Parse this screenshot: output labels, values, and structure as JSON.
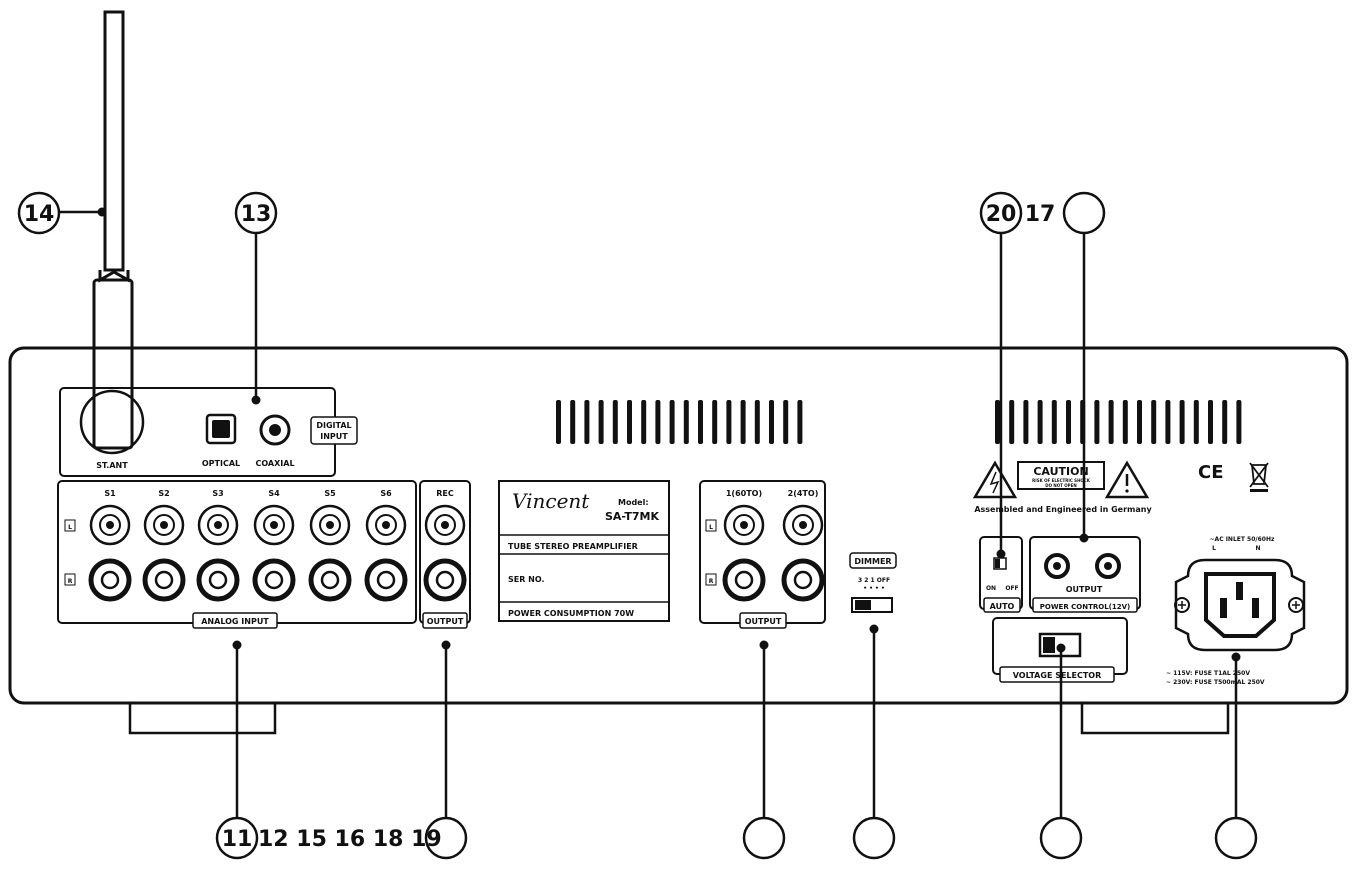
{
  "callouts": {
    "c14": "14",
    "c13": "13",
    "c20": "20",
    "c17": "17",
    "c11": "11",
    "bottom_sequence": "12 15 16 18 19"
  },
  "panel": {
    "st_ant": "ST.ANT",
    "optical": "OPTICAL",
    "coaxial": "COAXIAL",
    "digital_input_1": "DIGITAL",
    "digital_input_2": "INPUT",
    "inputs": [
      "S1",
      "S2",
      "S3",
      "S4",
      "S5",
      "S6"
    ],
    "channel_l": "L",
    "channel_r": "R",
    "analog_input": "ANALOG INPUT",
    "rec": "REC",
    "rec_output": "OUTPUT",
    "brand": "Vincent",
    "model_label": "Model:",
    "model": "SA-T7MK",
    "product_line": "TUBE STEREO PREAMPLIFIER",
    "ser_no": "SER NO.",
    "power_consumption": "POWER CONSUMPTION 70W",
    "out_1": "1(60TO)",
    "out_2": "2(4TO)",
    "main_output": "OUTPUT",
    "dimmer": "DIMMER",
    "dimmer_scale": "3  2  1  OFF",
    "caution": "CAUTION",
    "caution_sub_1": "RISK OF ELECTRIC SHOCK",
    "caution_sub_2": "DO NOT OPEN",
    "assembled": "Assembled and Engineered in Germany",
    "ce_mark": "CE",
    "on": "ON",
    "off": "OFF",
    "auto": "AUTO",
    "pc_output": "OUTPUT",
    "power_control": "POWER CONTROL(12V)",
    "voltage_selector": "VOLTAGE SELECTOR",
    "ac_inlet": "~AC INLET 50/60Hz",
    "ac_l": "L",
    "ac_n": "N",
    "fuse_1": "~ 115V: FUSE T1AL 250V",
    "fuse_2": "~ 230V: FUSE T500mAL 250V"
  },
  "colors": {
    "line": "#111111",
    "background": "#ffffff"
  }
}
